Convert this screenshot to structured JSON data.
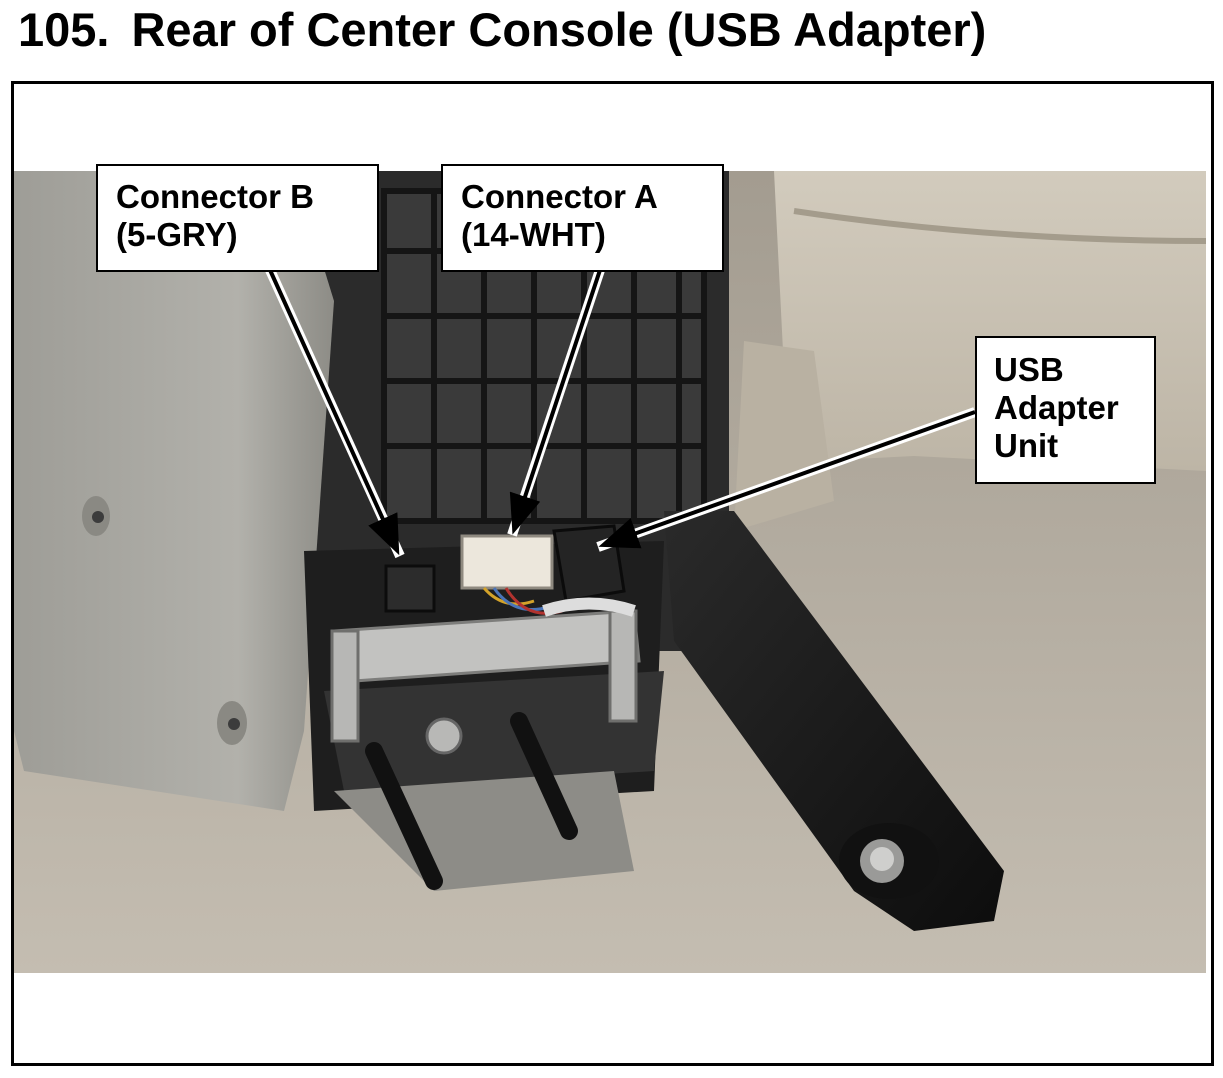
{
  "page": {
    "figure_number": "105.",
    "title": "Rear of Center Console (USB Adapter)"
  },
  "callouts": {
    "connector_b": {
      "line1": "Connector B",
      "line2": "(5-GRY)"
    },
    "connector_a": {
      "line1": "Connector A",
      "line2": "(14-WHT)"
    },
    "usb_adapter": {
      "line1": "USB",
      "line2": "Adapter",
      "line3": "Unit"
    }
  },
  "colors": {
    "carpet": "#b5ada1",
    "console_panel": "#a6a59f",
    "seat_fabric": "#c9c2b3",
    "bracket_black": "#1c1c1c",
    "connector_white": "#ece7dc",
    "metal_bracket": "#c2c2c0"
  }
}
